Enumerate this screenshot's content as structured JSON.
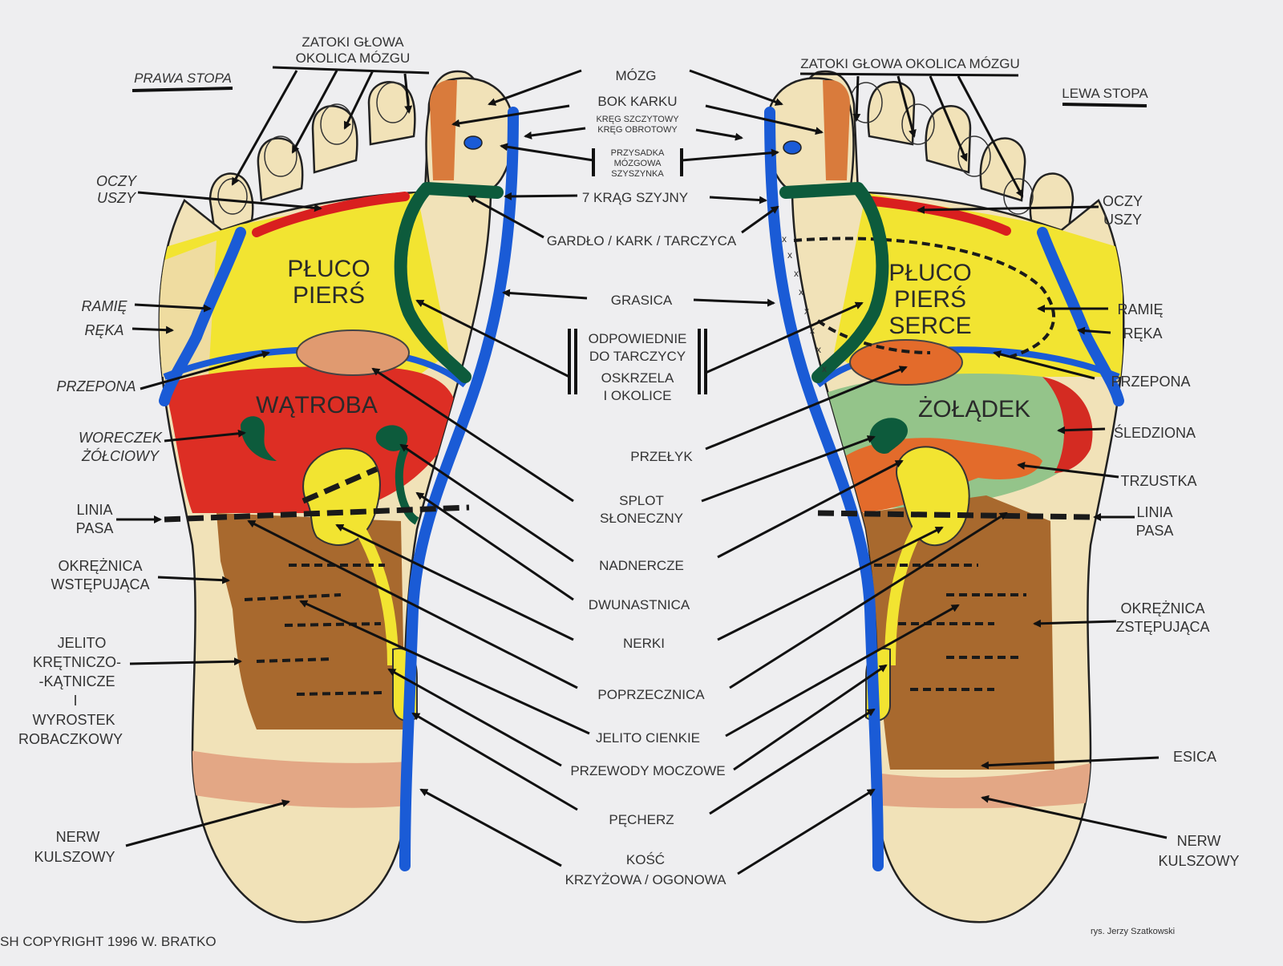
{
  "colors": {
    "skin": "#f1e2b8",
    "lung": "#f2e431",
    "liver": "#dd2e24",
    "stomach": "#94c48a",
    "green": "#0d5b3c",
    "nerve": "#1a5bd6",
    "colon": "#a8692e",
    "pancreas": "#e36b2b",
    "diaphragm": "#e09a70",
    "sciatic": "#e3a785",
    "spleen": "#d42b22",
    "red_strip": "#d91f1f"
  },
  "headers": {
    "right_foot": "PRAWA STOPA",
    "left_foot": "LEWA STOPA",
    "left_top_1": "ZATOKI GŁOWA",
    "left_top_2": "OKOLICA MÓZGU",
    "right_top": "ZATOKI GŁOWA OKOLICA MÓZGU"
  },
  "organs": {
    "right_lung_1": "PŁUCO",
    "right_lung_2": "PIERŚ",
    "liver": "WĄTROBA",
    "left_lung_1": "PŁUCO",
    "left_lung_2": "PIERŚ",
    "left_lung_3": "SERCE",
    "stomach": "ŻOŁĄDEK"
  },
  "left_labels": {
    "oczy_1": "OCZY",
    "oczy_2": "USZY",
    "ramie": "RAMIĘ",
    "reka": "RĘKA",
    "przepona": "PRZEPONA",
    "woreczek_1": "WORECZEK",
    "woreczek_2": "ŻÓŁCIOWY",
    "linia_1": "LINIA",
    "linia_2": "PASA",
    "okreznica_1": "OKRĘŻNICA",
    "okreznica_2": "WSTĘPUJĄCA",
    "jelito_1": "JELITO",
    "jelito_2": "KRĘTNICZO-",
    "jelito_3": "-KĄTNICZE",
    "jelito_4": "I",
    "jelito_5": "WYROSTEK",
    "jelito_6": "ROBACZKOWY",
    "nerw_1": "NERW",
    "nerw_2": "KULSZOWY"
  },
  "center_labels": {
    "mozg": "MÓZG",
    "bok_karku": "BOK KARKU",
    "kreg_1": "KRĘG SZCZYTOWY",
    "kreg_2": "KRĘG OBROTOWY",
    "przysadka_1": "PRZYSADKA",
    "przysadka_2": "MÓZGOWA",
    "przysadka_3": "SZYSZYNKA",
    "krag_szyjny": "7 KRĄG SZYJNY",
    "gardlo": "GARDŁO / KARK / TARCZYCA",
    "grasica": "GRASICA",
    "odp_1": "ODPOWIEDNIE",
    "odp_2": "DO TARCZYCY",
    "odp_3": "OSKRZELA",
    "odp_4": "I OKOLICE",
    "przelyk": "PRZEŁYK",
    "splot_1": "SPLOT",
    "splot_2": "SŁONECZNY",
    "nadnercze": "NADNERCZE",
    "dwunastnica": "DWUNASTNICA",
    "nerki": "NERKI",
    "poprzecznica": "POPRZECZNICA",
    "jelito_cienkie": "JELITO CIENKIE",
    "przewody": "PRZEWODY MOCZOWE",
    "pecherz": "PĘCHERZ",
    "kosc_1": "KOŚĆ",
    "kosc_2": "KRZYŻOWA / OGONOWA"
  },
  "right_labels": {
    "oczy_1": "OCZY",
    "oczy_2": "USZY",
    "ramie": "RAMIĘ",
    "reka": "RĘKA",
    "przepona": "PRZEPONA",
    "sledziona": "ŚLEDZIONA",
    "trzustka": "TRZUSTKA",
    "linia_1": "LINIA",
    "linia_2": "PASA",
    "okreznica_1": "OKRĘŻNICA",
    "okreznica_2": "ZSTĘPUJĄCA",
    "esica": "ESICA",
    "nerw_1": "NERW",
    "nerw_2": "KULSZOWY"
  },
  "footer": {
    "copyright": "SH COPYRIGHT 1996 W. BRATKO",
    "author": "rys. Jerzy Szatkowski"
  }
}
